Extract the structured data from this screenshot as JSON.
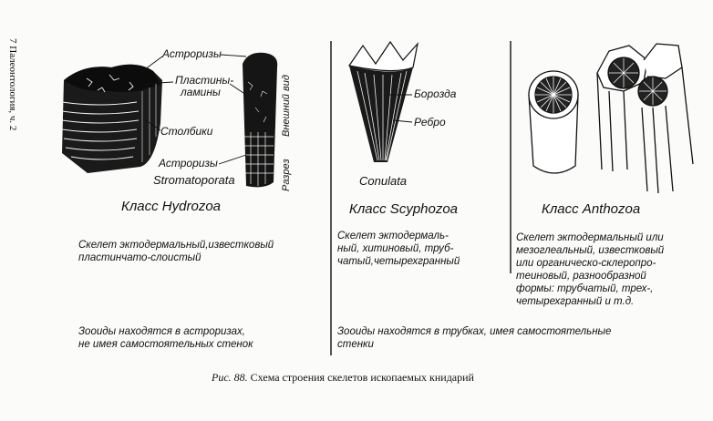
{
  "side_note": "7 Палеонтология, ч. 2",
  "hydrozoa": {
    "labels": {
      "astrorizy_top": "Астроризы",
      "plastiny": "Пластины-",
      "laminy": "ламины",
      "stolbiki": "Столбики",
      "astrorizy_bottom": "Астроризы",
      "vneshniy_vid": "Внешний вид",
      "razrez": "Разрез",
      "genus": "Stromatoporata"
    },
    "class_title": "Класс Hydrozoa",
    "skeleton": [
      "Скелет эктодермальный,известковый",
      "пластинчато-слоистый"
    ],
    "zooids": [
      "Зооиды находятся в астроризах,",
      "не имея самостоятельных стенок"
    ]
  },
  "scyphozoa": {
    "labels": {
      "borozda": "Борозда",
      "rebro": "Ребро",
      "genus": "Conulata"
    },
    "class_title": "Класс Scyphozoa",
    "skeleton": [
      "Скелет эктодермаль-",
      "ный, хитиновый, труб-",
      "чатый,четырехгранный"
    ]
  },
  "anthozoa": {
    "class_title": "Класс Anthozoa",
    "skeleton": [
      "Скелет эктодермальный или",
      "мезоглеальный, известковый",
      "или органическо-склеропро-",
      "теиновый, разнообразной",
      "формы: трубчатый, трех-,",
      "четырехгранный и т.д."
    ]
  },
  "shared_zooids": [
    "Зооиды находятся в трубках, имея самостоятельные",
    "стенки"
  ],
  "caption": {
    "fig": "Рис. 88.",
    "text": " Схема строения скелетов ископаемых книдарий"
  }
}
